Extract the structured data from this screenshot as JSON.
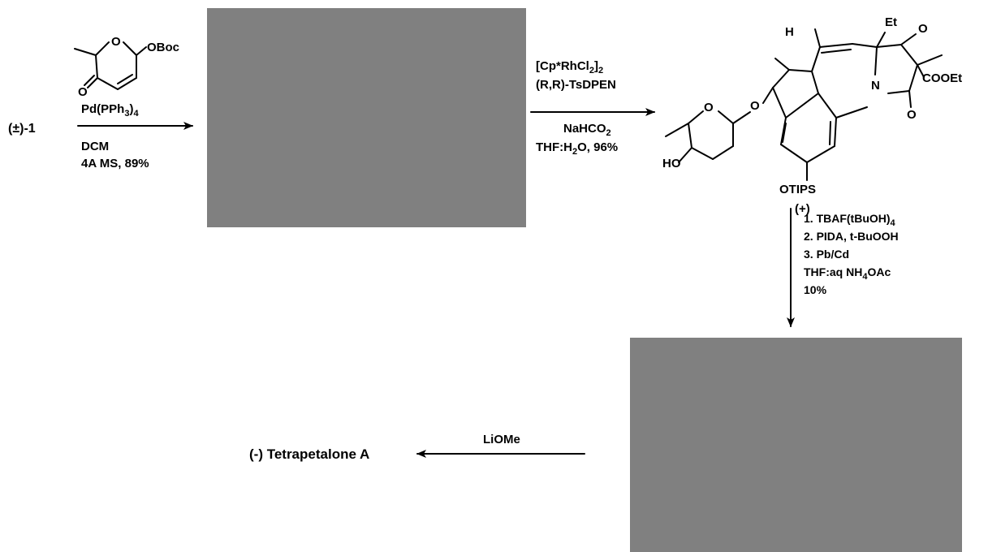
{
  "start_compound": "(±)-1",
  "step1": {
    "reagent_groups": {
      "leaving_group": "OBoc",
      "ring_O": "O",
      "carbonyl_O": "O"
    },
    "catalyst": "Pd(PPh3)4",
    "solvent": "DCM",
    "conditions": "4A MS, 89%"
  },
  "step2": {
    "catalyst": "[Cp*RhCl2]2",
    "ligand": "(R,R)-TsDPEN",
    "reductant": "NaHCO2",
    "solvent_yield": "THF:H2O, 96%"
  },
  "product_2": {
    "atoms": {
      "ethyl": "Et",
      "hydrogen": "H",
      "ester": "COOEt",
      "silyl_ether": "OTIPS",
      "hydroxyl": "HO",
      "nitrogen": "N",
      "ring_O": "O",
      "ether_O": "O",
      "ketone_O1": "O",
      "ketone_O2": "O"
    },
    "label": "(+)"
  },
  "step3": {
    "line1": "1. TBAF(tBuOH)4",
    "line2": "2. PIDA, t-BuOOH",
    "line3": "3. Pb/Cd",
    "line4": "THF:aq NH4OAc",
    "line5": "10%"
  },
  "step4": {
    "reagent": "LiOMe"
  },
  "final_product": "(-) Tetrapetalone A",
  "colors": {
    "redaction": "#808080",
    "ink": "#000000",
    "background": "#ffffff"
  }
}
